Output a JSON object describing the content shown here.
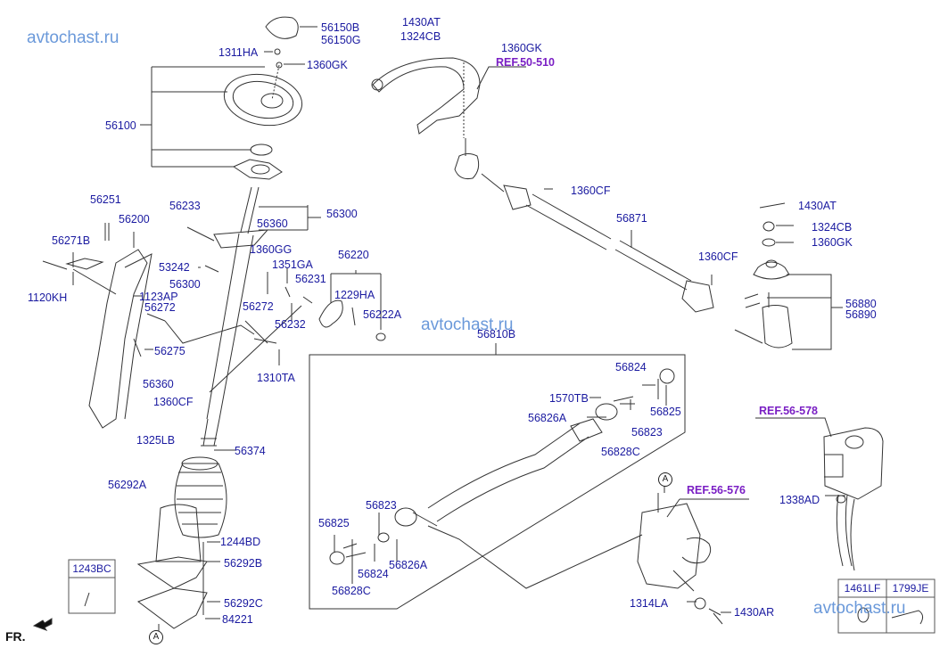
{
  "watermarks": [
    "avtochast.ru",
    "avtochast.ru",
    "avtochast.ru"
  ],
  "orientation_label": "FR.",
  "circle_marker": "A",
  "references": [
    "REF.50-510",
    "REF.56-576",
    "REF.56-578"
  ],
  "labels": {
    "p56150B": "56150B",
    "p56150G": "56150G",
    "p1311HA": "1311HA",
    "p1360GK_a": "1360GK",
    "p56100": "56100",
    "p1430AT_a": "1430AT",
    "p1324CB_a": "1324CB",
    "p1360GK_b": "1360GK",
    "p1360CF_a": "1360CF",
    "p56871": "56871",
    "p1430AT_b": "1430AT",
    "p1324CB_b": "1324CB",
    "p1360GK_c": "1360GK",
    "p1360CF_b": "1360CF",
    "p56880": "56880",
    "p56890": "56890",
    "p56251": "56251",
    "p56200": "56200",
    "p56271B": "56271B",
    "p1120KH": "1120KH",
    "p56233": "56233",
    "p56360_a": "56360",
    "p56300_a": "56300",
    "p1360GG": "1360GG",
    "p53242": "53242",
    "p1351GA": "1351GA",
    "p56300_b": "56300",
    "p56231": "56231",
    "p56220": "56220",
    "p1123AP": "1123AP",
    "p1229HA": "1229HA",
    "p56272_a": "56272",
    "p56272_b": "56272",
    "p56232": "56232",
    "p56222A": "56222A",
    "p56275": "56275",
    "p1310TA": "1310TA",
    "p56810B": "56810B",
    "p56360_b": "56360",
    "p1360CF_c": "1360CF",
    "p1325LB": "1325LB",
    "p56374": "56374",
    "p56292A": "56292A",
    "p1244BD": "1244BD",
    "p56292B": "56292B",
    "p56292C": "56292C",
    "p84221": "84221",
    "p56824_a": "56824",
    "p1570TB": "1570TB",
    "p56825_a": "56825",
    "p56826A_a": "56826A",
    "p56823_a": "56823",
    "p56828C_a": "56828C",
    "p56823_b": "56823",
    "p56825_b": "56825",
    "p56824_b": "56824",
    "p56826A_b": "56826A",
    "p56828C_b": "56828C",
    "p1338AD": "1338AD",
    "p1314LA": "1314LA",
    "p1430AR": "1430AR"
  },
  "boxes": {
    "box_1243BC": "1243BC",
    "box_1461LF": "1461LF",
    "box_1799JE": "1799JE"
  }
}
